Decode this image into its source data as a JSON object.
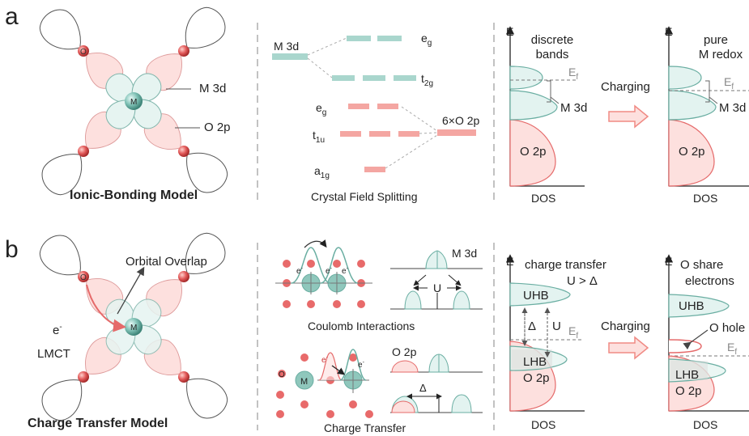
{
  "panels": {
    "a": {
      "letter": "a",
      "model_title": "Ionic-Bonding Model",
      "labels": {
        "metal": "M",
        "oxygen": "O",
        "m3d": "M 3d",
        "o2p": "O 2p"
      },
      "splitting": {
        "title": "Crystal Field Splitting",
        "m3d": "M 3d",
        "eg_upper": "e",
        "eg_upper_sub": "g",
        "t2g": "t",
        "t2g_sub": "2g",
        "eg_lower": "e",
        "eg_lower_sub": "g",
        "t1u": "t",
        "t1u_sub": "1u",
        "a1g": "a",
        "a1g_sub": "1g",
        "o2p_mult": "6×O 2p"
      },
      "dos1": {
        "axis_e": "E",
        "axis_dos": "DOS",
        "title_line1": "discrete",
        "title_line2": "bands",
        "ef": "E",
        "ef_sub": "f",
        "m3d": "M 3d",
        "o2p": "O 2p"
      },
      "charging": "Charging",
      "dos2": {
        "axis_e": "E",
        "axis_dos": "DOS",
        "title_line1": "pure",
        "title_line2": "M redox",
        "ef": "E",
        "ef_sub": "f",
        "m3d": "M 3d",
        "o2p": "O 2p"
      }
    },
    "b": {
      "letter": "b",
      "model_title": "Charge Transfer Model",
      "labels": {
        "metal": "M",
        "oxygen": "O",
        "overlap": "Orbital Overlap",
        "electron": "e",
        "electron_sup": "-",
        "lmct": "LMCT"
      },
      "coulomb": {
        "title": "Coulomb Interactions",
        "m3d": "M 3d",
        "electron": "e",
        "electron_sup": "-",
        "u": "U"
      },
      "ct": {
        "title": "Charge Transfer",
        "o2p": "O 2p",
        "o": "O",
        "m": "M",
        "electron": "e",
        "electron_sup": "-",
        "delta": "Δ"
      },
      "dos1": {
        "axis_e": "E",
        "axis_dos": "DOS",
        "title_line1": "charge transfer",
        "title_line2": "U > Δ",
        "uhb": "UHB",
        "lhb": "LHB",
        "o2p": "O 2p",
        "delta": "Δ",
        "u": "U",
        "ef": "E",
        "ef_sub": "f"
      },
      "charging": "Charging",
      "dos2": {
        "axis_e": "E",
        "axis_dos": "DOS",
        "title_line1": "O share",
        "title_line2": "electrons",
        "uhb": "UHB",
        "lhb": "LHB",
        "o2p": "O 2p",
        "ohole": "O hole",
        "ef": "E",
        "ef_sub": "f"
      }
    }
  },
  "colors": {
    "teal": "#9ed2c8",
    "teal_stroke": "#6aaea2",
    "pink": "#f6a9a6",
    "pink_fill": "#fde0de",
    "red": "#e05252",
    "grey": "#888888"
  }
}
